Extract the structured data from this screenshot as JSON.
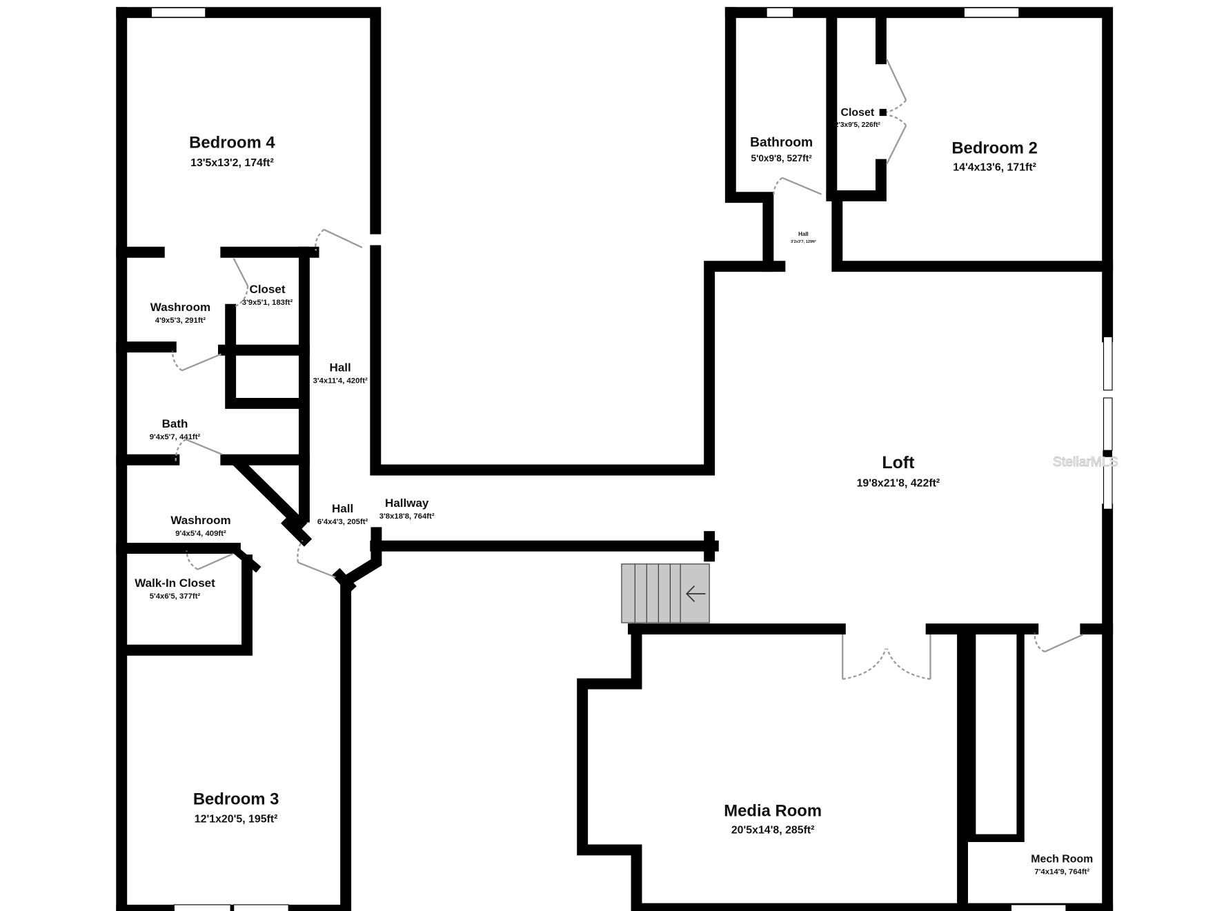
{
  "floorplan": {
    "rooms": [
      {
        "name": "Bedroom 4",
        "dims": "13'5x13'2, 174ft²"
      },
      {
        "name": "Washroom",
        "dims": "4'9x5'3, 291ft²"
      },
      {
        "name": "Closet",
        "dims": "3'9x5'1, 183ft²"
      },
      {
        "name": "Hall",
        "dims": "3'4x11'4, 420ft²"
      },
      {
        "name": "Bath",
        "dims": "9'4x5'7, 441ft²"
      },
      {
        "name": "Washroom",
        "dims": "9'4x5'4, 409ft²"
      },
      {
        "name": "Hall",
        "dims": "6'4x4'3, 205ft²"
      },
      {
        "name": "Hallway",
        "dims": "3'8x18'8, 764ft²"
      },
      {
        "name": "Walk-In Closet",
        "dims": "5'4x6'5, 377ft²"
      },
      {
        "name": "Bedroom 3",
        "dims": "12'1x20'5, 195ft²"
      },
      {
        "name": "Bathroom",
        "dims": "5'0x9'8, 527ft²"
      },
      {
        "name": "Closet",
        "dims": "2'3x9'5, 226ft²"
      },
      {
        "name": "Bedroom 2",
        "dims": "14'4x13'6, 171ft²"
      },
      {
        "name": "Hall",
        "dims": "3'2x3'7, 129ft²"
      },
      {
        "name": "Loft",
        "dims": "19'8x21'8, 422ft²"
      },
      {
        "name": "Media Room",
        "dims": "20'5x14'8, 285ft²"
      },
      {
        "name": "Mech Room",
        "dims": "7'4x14'9, 764ft²"
      }
    ],
    "watermark": "StellarMLS",
    "stairs_icon": "arrow-left-icon",
    "wall_color": "#000000",
    "door_color": "#999999",
    "stairs_color": "#c8c8c8"
  }
}
